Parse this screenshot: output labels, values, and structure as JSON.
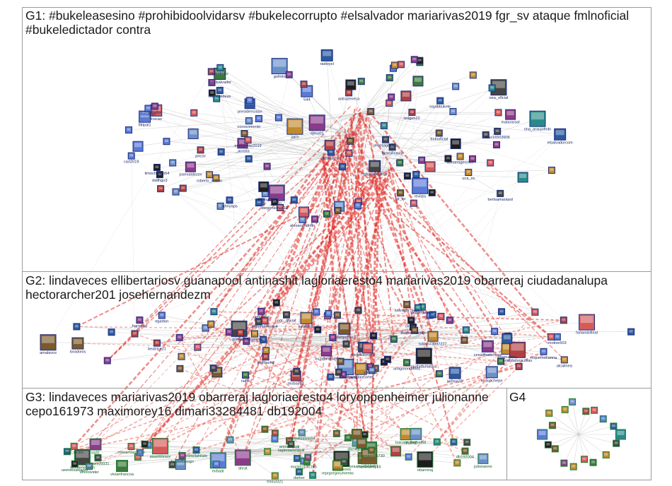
{
  "groups": [
    {
      "id": "G1",
      "title": "G1: #bukeleasesino #prohibidoolvidarsv #bukelecorrupto #elsalvador mariarivas2019 fgr_sv ataque fmlnoficial #bukeledictador contra"
    },
    {
      "id": "G2",
      "title": "G2: lindaveces ellibertariosv guanapool antinashit lagloriaeresto4 mariarivas2019 obarreraj ciudadanalupa hectorarcher201 josehernandezm"
    },
    {
      "id": "G3",
      "title": "G3: lindaveces mariarivas2019 obarreraj lagloriaeresto4 loryoppenheimer julionanne cepo161973 maximorey16 dimari33284481 db192004"
    },
    {
      "id": "G4",
      "title": "G4"
    }
  ],
  "node_labels": {
    "G1": [
      "oea_oficial",
      "rina_araujofmln",
      "fcocao",
      "jairo",
      "gofmln",
      "544",
      "radioysl",
      "elsalvadorcom",
      "adoriemedina",
      "lasalsalvador",
      "revista",
      "_elfaro_",
      "ejero01",
      "fittipal1",
      "timochenko54",
      "bertsamariasd",
      "_acosta",
      "axlgen22",
      "lahnyaps",
      "alcaldia_ss",
      "fmlnoficial",
      "uniofoxtv",
      "diegonalinas12",
      "fanksilicavip",
      "dalthgo3",
      "nayibbukele",
      "mariarivas2019",
      "malararsal",
      "warsaujo54",
      "frenalavi",
      "saludsv",
      "max16503906",
      "presidenciasv",
      "nuevasideas",
      "fgr_sv",
      "prensagrafica",
      "pncsv",
      "alexandrafmln",
      "elmanagerchef",
      "roberto_dubon",
      "conocimiento",
      "uca_ss",
      "astrazeneca",
      "josevaldezsv",
      "carl2019"
    ],
    "G2": [
      "chapudosv",
      "loracochepe",
      "gorojeto",
      "kefren33",
      "pomponer",
      "loradonis",
      "eriabfassnicolias",
      "camplancortes",
      "amalavos",
      "cesarhasterinas",
      "fartandofinal",
      "juanchomart1",
      "loradonis",
      "ciudadanalupa",
      "antinashit",
      "lagloriaeresto4",
      "buzmariqueri",
      "roquemocanna",
      "lulash73397227",
      "barrerad",
      "ellibertariosv",
      "debukele",
      "beatrice21",
      "diarioelmundo",
      "focaslizonahv",
      "zaborra",
      "fielperrita",
      "salvador_vota",
      "antigolondrinos",
      "mobay33",
      "circle1",
      "pdc_oficial",
      "ralbe",
      "egarton",
      "alcalinea",
      "motive503"
    ],
    "G3": [
      "ceasmo4168451",
      "evbadr",
      "loscarp_bwf",
      "asambleasv",
      "vivianfrancoa",
      "rolamaes55730",
      "maximorey16",
      "malegoni59",
      "sa31",
      "dacillacader",
      "lindaveces",
      "obarreraj",
      "ahrat",
      "arenaeleccion",
      "arenaoficial",
      "ehehelsalvador",
      "fmln2021",
      "julionanne",
      "mariarivas2019",
      "lagloriaeresto4",
      "mara51100165",
      "db192004",
      "nemesv5031",
      "estrellahilalo",
      "ueenelsalvador",
      "oea_cicles",
      "houseforeign",
      "reprgregorymeeks",
      "9fnoolvider",
      "darker"
    ],
    "G4": []
  }
}
